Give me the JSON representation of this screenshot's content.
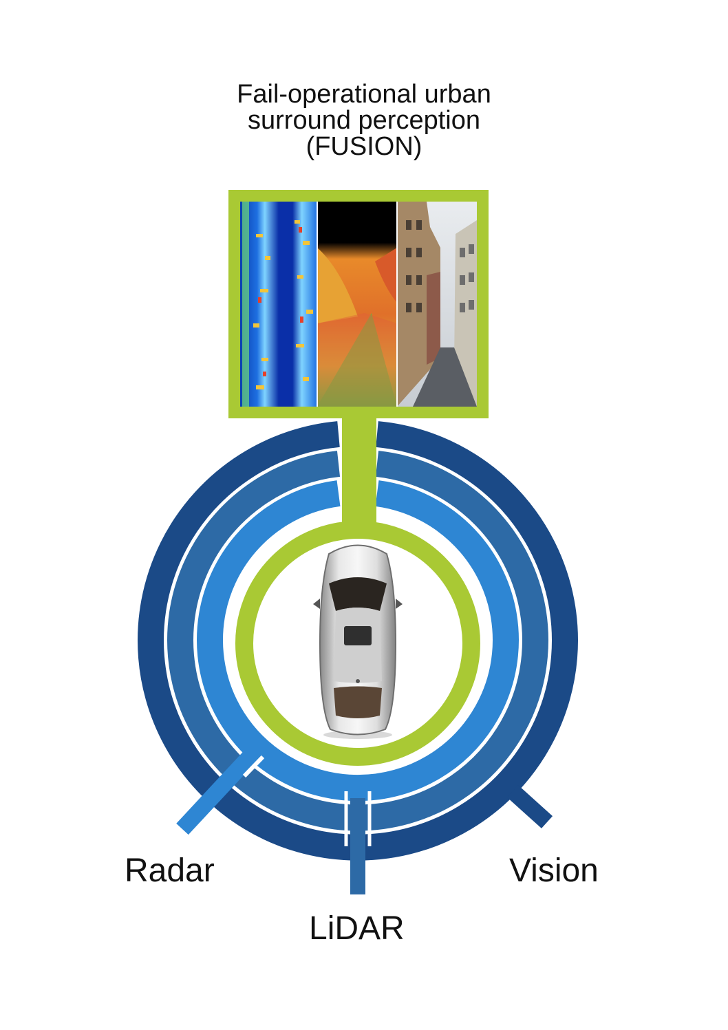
{
  "title": {
    "line1": "Fail-operational urban",
    "line2": "surround perception",
    "line3": "(FUSION)"
  },
  "sensors": {
    "radar": "Radar",
    "lidar": "LiDAR",
    "vision": "Vision"
  },
  "colors": {
    "fusion_green": "#a9c934",
    "radar_blue": "#2e86d3",
    "lidar_blue": "#2d6aa6",
    "vision_blue": "#1b4a87"
  }
}
